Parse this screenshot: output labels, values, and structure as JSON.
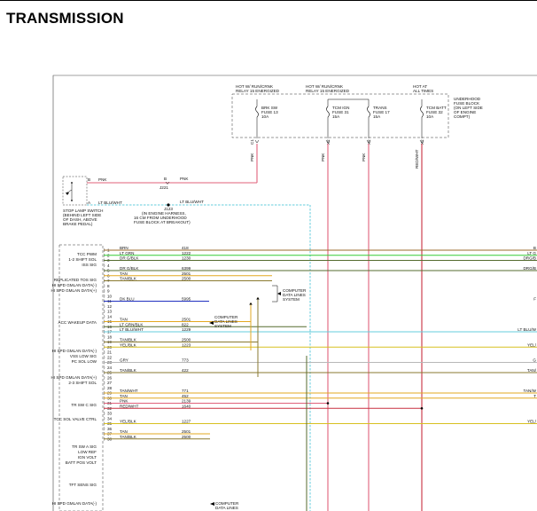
{
  "title": "TRANSMISSION",
  "fuse_block": {
    "header_1": "HOT W/ RUN/CRNK",
    "header_1b": "RELAY 15 ENERGIZED",
    "header_2": "HOT W/ RUN/CRNK",
    "header_2b": "RELAY 15 ENERGIZED",
    "header_3": "HOT AT",
    "header_3b": "ALL TIMES",
    "name": [
      "UNDERHOOD",
      "FUSE BLOCK",
      "(ON LEFT SIDE",
      "OF ENGINE",
      "COMPT)"
    ],
    "fuses": [
      {
        "name": "BRK SW",
        "fuse": "FUSE 13",
        "amps": "10A"
      },
      {
        "name": "TCM IGN",
        "fuse": "FUSE 31",
        "amps": "15A"
      },
      {
        "name": "TRANS",
        "fuse": "FUSE 17",
        "amps": "15A"
      },
      {
        "name": "TCM BATT",
        "fuse": "FUSE 32",
        "amps": "10A"
      }
    ],
    "pins": [
      "C1",
      "X2",
      "X2",
      "X2"
    ],
    "wire_colors": [
      "PNK",
      "PNK",
      "PNK",
      "RED/WHT"
    ]
  },
  "stop_lamp": {
    "pin_b": "B",
    "pin_a": "A",
    "wire_b": "PNK",
    "wire_a": "LT BLU/WHT",
    "conn": "B",
    "conn_no": "J221",
    "wire_b2": "PNK",
    "wire_a2": "LT BLU/WHT",
    "label": [
      "STOP LAMP SWITCH",
      "(BEHIND LEFT SIDE",
      "OF DASH, ABOVE",
      "BRAKE PEDAL)"
    ]
  },
  "splice": {
    "id": "J123",
    "desc": [
      "(IN ENGINE HARNESS,",
      "16 CM FROM UNDERHOOD",
      "FUSE BLOCK AT BREAKOUT)"
    ]
  },
  "computer_lines": [
    "COMPUTER",
    "DATA LINES",
    "SYSTEM"
  ],
  "computer_lines_2": [
    "COMPUTER",
    "DATA LINES",
    "SYSTEM"
  ],
  "computer_lines_3": [
    "COMPUTER",
    "DATA LINES"
  ],
  "signals": [
    "TCC PWM",
    "1-2 SHIFT SOL",
    "ISS SIG",
    "REPLICATED TOS SIG",
    "HI SPD GMLAN DATA(-)",
    "HI SPD GMLAN DATA(+)",
    "ACC WAKEUP DATA",
    "HI SPD GMLAN DATA(-)",
    "VSS LOW SIG",
    "PC SOL LOW",
    "HI SPD GMLAN DATA(+)",
    "2-3 SHIFT SOL",
    "TR SW C SIG",
    "TCC SOL VALVE CTRL",
    "TR SW A SIG",
    "LOW REF",
    "IGN VOLT",
    "BATT POS VOLT",
    "TFT SENS SIG",
    "HI SPD GMLAN DATA(-)"
  ],
  "wires": [
    {
      "pin": "1",
      "color": "BRN",
      "circuit": "418",
      "right": "B"
    },
    {
      "pin": "2",
      "color": "LT GRN",
      "circuit": "1222",
      "right": "LT G"
    },
    {
      "pin": "3",
      "color": "DR G/BLK",
      "circuit": "1230",
      "right": "DRG/B"
    },
    {
      "pin": "4",
      "color": "",
      "circuit": "",
      "right": ""
    },
    {
      "pin": "5",
      "color": "DR G/BLK",
      "circuit": "6399",
      "right": "DRG/B"
    },
    {
      "pin": "6",
      "color": "TAN",
      "circuit": "2501",
      "right": ""
    },
    {
      "pin": "7",
      "color": "TAN/BLK",
      "circuit": "2500",
      "right": ""
    },
    {
      "pin": "8",
      "color": "",
      "circuit": "",
      "right": ""
    },
    {
      "pin": "9",
      "color": "",
      "circuit": "",
      "right": ""
    },
    {
      "pin": "10",
      "color": "",
      "circuit": "",
      "right": ""
    },
    {
      "pin": "11",
      "color": "DK BLU",
      "circuit": "5995",
      "right": "F"
    },
    {
      "pin": "12",
      "color": "",
      "circuit": "",
      "right": ""
    },
    {
      "pin": "13",
      "color": "",
      "circuit": "",
      "right": ""
    },
    {
      "pin": "14",
      "color": "",
      "circuit": "",
      "right": ""
    },
    {
      "pin": "15",
      "color": "TAN",
      "circuit": "2501",
      "right": ""
    },
    {
      "pin": "16",
      "color": "LT GRN/BLK",
      "circuit": "822",
      "right": ""
    },
    {
      "pin": "17",
      "color": "LT BLU/WHT",
      "circuit": "1229",
      "right": "LT BLU/W"
    },
    {
      "pin": "18",
      "color": "",
      "circuit": "",
      "right": ""
    },
    {
      "pin": "19",
      "color": "TAN/BLK",
      "circuit": "2500",
      "right": ""
    },
    {
      "pin": "20",
      "color": "YEL/BLK",
      "circuit": "1223",
      "right": "YEL/"
    },
    {
      "pin": "21",
      "color": "",
      "circuit": "",
      "right": ""
    },
    {
      "pin": "22",
      "color": "",
      "circuit": "",
      "right": ""
    },
    {
      "pin": "23",
      "color": "GRY",
      "circuit": "773",
      "right": "G"
    },
    {
      "pin": "24",
      "color": "",
      "circuit": "",
      "right": ""
    },
    {
      "pin": "25",
      "color": "TAN/BLK",
      "circuit": "422",
      "right": "TAN/"
    },
    {
      "pin": "26",
      "color": "",
      "circuit": "",
      "right": ""
    },
    {
      "pin": "27",
      "color": "",
      "circuit": "",
      "right": ""
    },
    {
      "pin": "28",
      "color": "",
      "circuit": "",
      "right": ""
    },
    {
      "pin": "29",
      "color": "TAN/WHT",
      "circuit": "771",
      "right": "TAN/W"
    },
    {
      "pin": "30",
      "color": "TAN",
      "circuit": "452",
      "right": "T"
    },
    {
      "pin": "31",
      "color": "PNK",
      "circuit": "2139",
      "right": ""
    },
    {
      "pin": "32",
      "color": "RED/WHT",
      "circuit": "1640",
      "right": ""
    },
    {
      "pin": "33",
      "color": "",
      "circuit": "",
      "right": ""
    },
    {
      "pin": "34",
      "color": "",
      "circuit": "",
      "right": ""
    },
    {
      "pin": "35",
      "color": "YEL/BLK",
      "circuit": "1227",
      "right": "YEL/"
    },
    {
      "pin": "36",
      "color": "",
      "circuit": "",
      "right": ""
    },
    {
      "pin": "37",
      "color": "TAN",
      "circuit": "2501",
      "right": ""
    },
    {
      "pin": "38",
      "color": "TAN/BLK",
      "circuit": "2500",
      "right": ""
    }
  ],
  "colors": {
    "pink": "#e0607a",
    "green": "#33cc33",
    "dkgreen": "#556b2f",
    "olive": "#8a7a30",
    "tan": "#e3a820",
    "blue": "#2030c0",
    "cyan": "#66ccdd",
    "yellow": "#d8c020",
    "gray": "#b8b8b8",
    "red": "#c83040",
    "brown": "#9b6b2b"
  }
}
